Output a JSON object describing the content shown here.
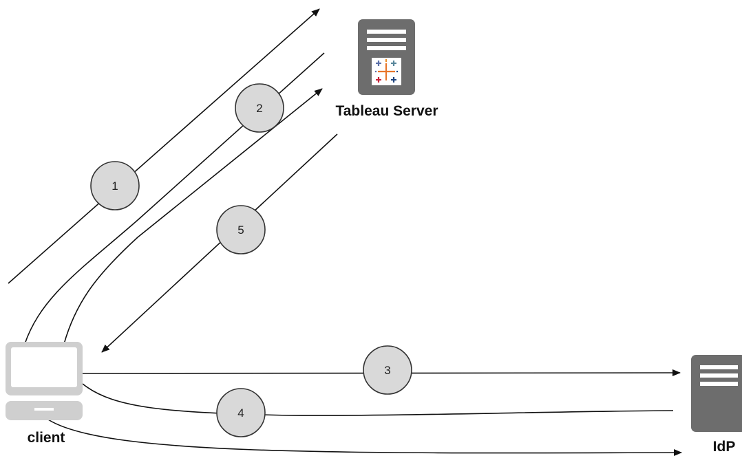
{
  "nodes": {
    "tableau_server": {
      "label": "Tableau Server",
      "icon": "server-icon",
      "color": "#6d6d6d"
    },
    "idp": {
      "label": "IdP",
      "icon": "server-icon",
      "color": "#6d6d6d"
    },
    "client": {
      "label": "client",
      "icon": "laptop-icon",
      "color": "#cfcfcf"
    }
  },
  "steps": [
    {
      "label": "1",
      "from": "client",
      "to": "tableau_server"
    },
    {
      "label": "2",
      "from": "tableau_server",
      "to": "client"
    },
    {
      "label": "3",
      "from": "client",
      "to": "idp"
    },
    {
      "label": "4",
      "from": "idp",
      "to": "client"
    },
    {
      "label": "5",
      "from": "tableau_server",
      "to": "client"
    },
    {
      "label": "",
      "from": "client",
      "to": "tableau_server"
    },
    {
      "label": "",
      "from": "client",
      "to": "idp"
    }
  ],
  "colors": {
    "step_circle_fill": "#d9d9d9",
    "line": "#111111",
    "tableau_logo": [
      "#e8762b",
      "#5b6fa8",
      "#c72037",
      "#59879b",
      "#eb912b",
      "#1f457e"
    ]
  }
}
